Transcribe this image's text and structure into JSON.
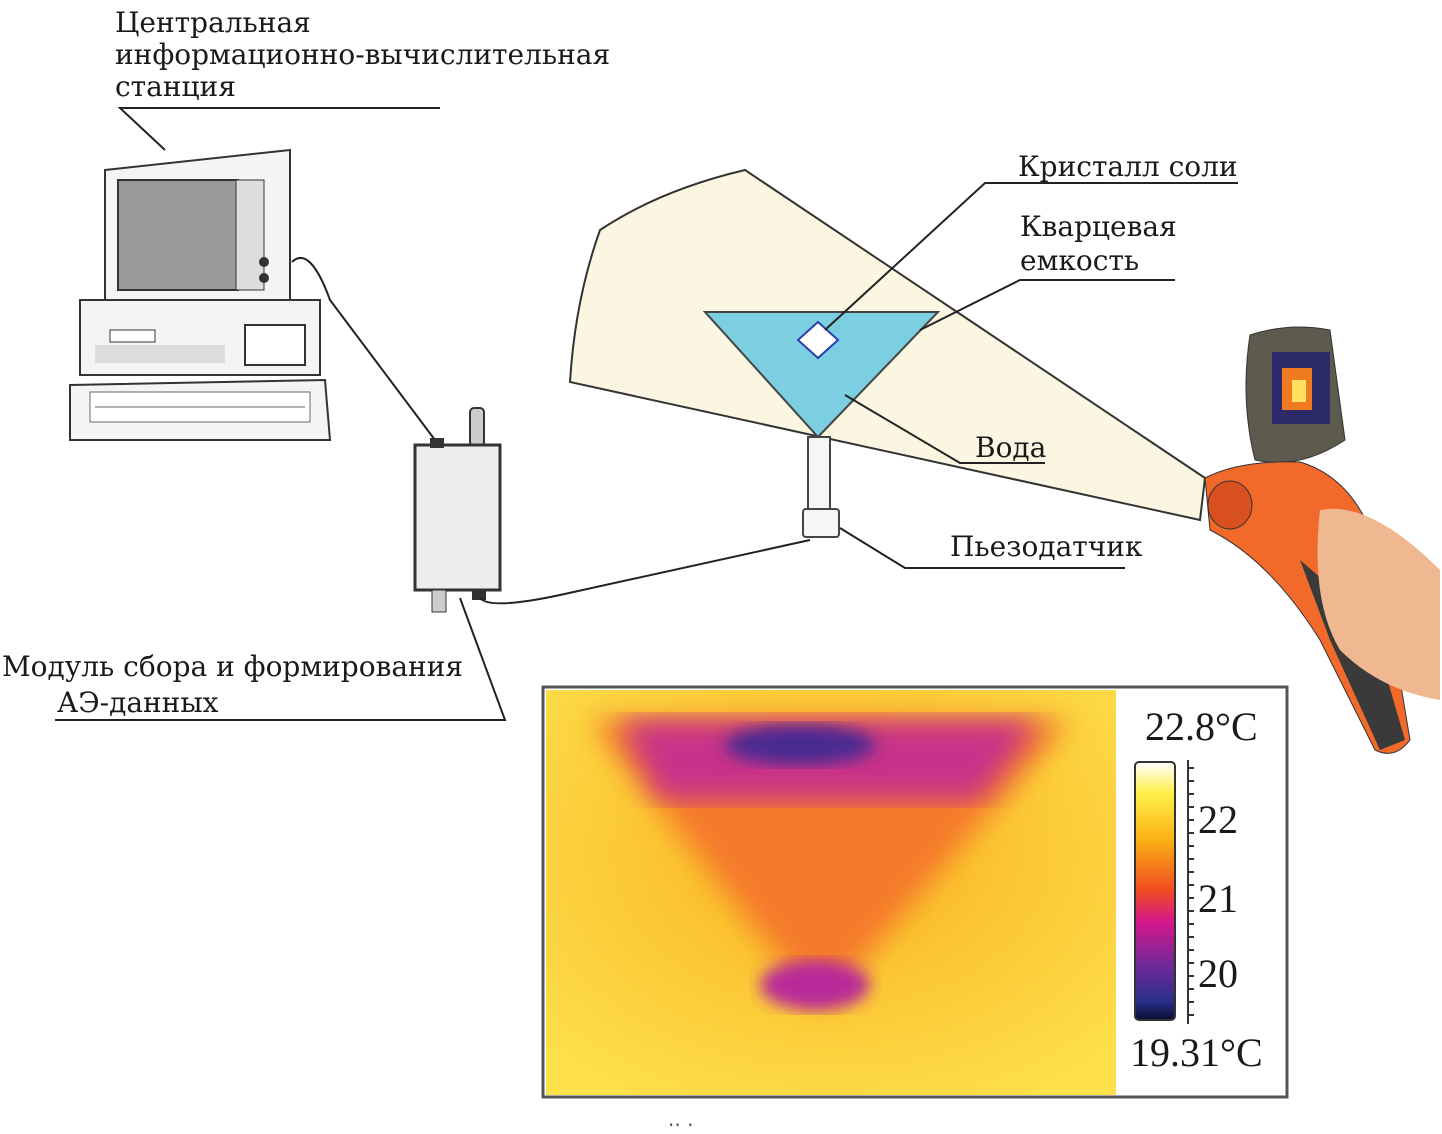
{
  "labels": {
    "station": [
      "Центральная",
      "информационно-вычислительная",
      "станция"
    ],
    "module": [
      "Модуль сбора и формирования",
      "АЭ-данных"
    ],
    "crystal": "Кристалл соли",
    "container": [
      "Кварцевая",
      "емкость"
    ],
    "water": "Вода",
    "piezo": "Пьезодатчик"
  },
  "thermogram": {
    "max_label": "22.8°C",
    "min_label": "19.31°C",
    "scale_ticks": [
      "22",
      "21",
      "20"
    ],
    "scale_range": [
      19.31,
      22.8
    ]
  },
  "footer_mark": "·· ·",
  "colors": {
    "beam": "#fbf6e1",
    "water": "#7ccfe0",
    "camera_body": "#f26a2a",
    "camera_head": "#5d5a4e"
  }
}
